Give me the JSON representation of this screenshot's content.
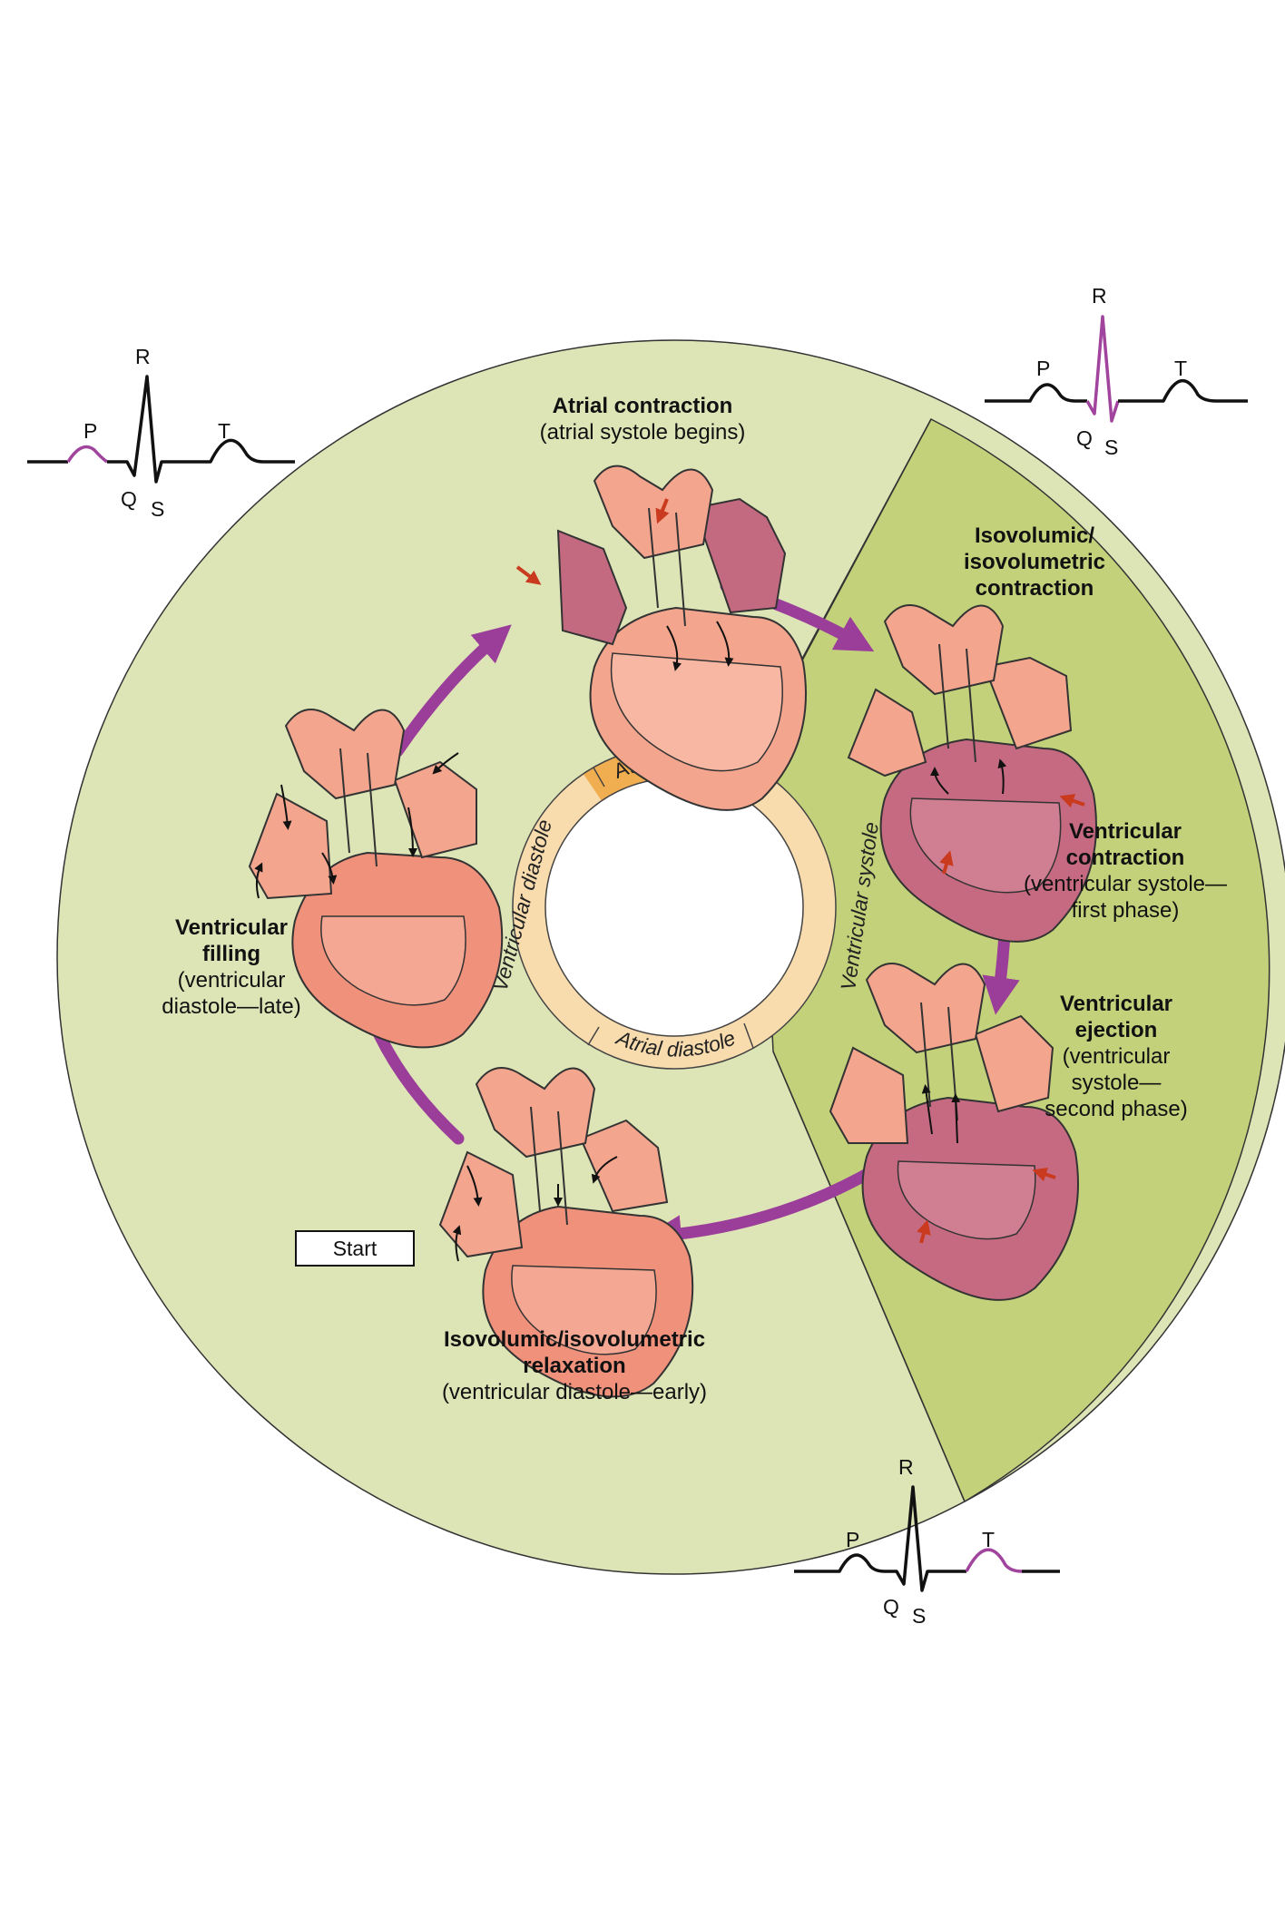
{
  "colors": {
    "outer_disc": "#dde4b6",
    "ventricular_systole_sector": "#c3d27a",
    "inner_ring": "#f8dcad",
    "ring_highlight": "#f1ae50",
    "cycle_arrow": "#9a3e9a",
    "ecg_highlight": "#a1449e",
    "heart_atrial": "#f0a690",
    "heart_contracting": "#c66a82",
    "contraction_arrow": "#c93a1e"
  },
  "stages": {
    "atrial_contraction": {
      "title": "Atrial contraction",
      "subtitle": "(atrial systole begins)"
    },
    "isovolumic_contraction": {
      "title_1": "Isovolumic/",
      "title_2": "isovolumetric",
      "title_3": "contraction"
    },
    "ventricular_contraction": {
      "title": "Ventricular",
      "title_2": "contraction",
      "sub_1": "(ventricular systole—",
      "sub_2": "first phase)"
    },
    "ventricular_ejection": {
      "title": "Ventricular",
      "title_2": "ejection",
      "sub_1": "(ventricular",
      "sub_2": "systole—",
      "sub_3": "second phase)"
    },
    "isovolumic_relaxation": {
      "title": "Isovolumic/isovolumetric",
      "title_2": "relaxation",
      "subtitle": "(ventricular diastole—early)"
    },
    "ventricular_filling": {
      "title": "Ventricular",
      "title_2": "filling",
      "sub_1": "(ventricular",
      "sub_2": "diastole—late)"
    }
  },
  "ring_labels": {
    "atrial_systole": "Atrial systole",
    "atrial_diastole": "Atrial diastole",
    "ventricular_diastole": "Ventricular diastole",
    "ventricular_systole": "Ventricular systole"
  },
  "start_label": "Start",
  "ecg": [
    {
      "name": "top-left",
      "highlight": "P",
      "letters": {
        "P": "P",
        "Q": "Q",
        "R": "R",
        "S": "S",
        "T": "T"
      }
    },
    {
      "name": "top-right",
      "highlight": "QRS",
      "letters": {
        "P": "P",
        "Q": "Q",
        "R": "R",
        "S": "S",
        "T": "T"
      }
    },
    {
      "name": "bottom",
      "highlight": "T",
      "letters": {
        "P": "P",
        "Q": "Q",
        "R": "R",
        "S": "S",
        "T": "T"
      }
    }
  ]
}
